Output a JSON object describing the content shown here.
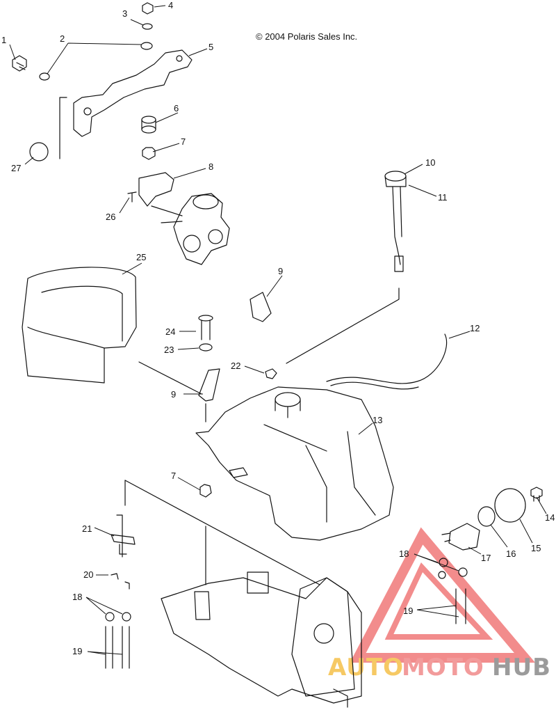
{
  "copyright": "© 2004 Polaris Sales Inc.",
  "watermark": {
    "part1": "AUTO",
    "part2": "MOTO",
    "part3": "HUB",
    "color_part1": "#f5c04a",
    "color_part2": "#f08a8a",
    "color_part3": "#8a8a8a",
    "triangle_color": "#f07878"
  },
  "callouts": {
    "n1": "1",
    "n2": "2",
    "n3": "3",
    "n4": "4",
    "n5": "5",
    "n6": "6",
    "n7a": "7",
    "n7b": "7",
    "n8": "8",
    "n9a": "9",
    "n9b": "9",
    "n10": "10",
    "n11": "11",
    "n12": "12",
    "n13": "13",
    "n14": "14",
    "n15": "15",
    "n16": "16",
    "n17": "17",
    "n18a": "18",
    "n18b": "18",
    "n19a": "19",
    "n19b": "19",
    "n20": "20",
    "n21": "21",
    "n22": "22",
    "n23": "23",
    "n24": "24",
    "n25": "25",
    "n26": "26",
    "n27": "27"
  }
}
